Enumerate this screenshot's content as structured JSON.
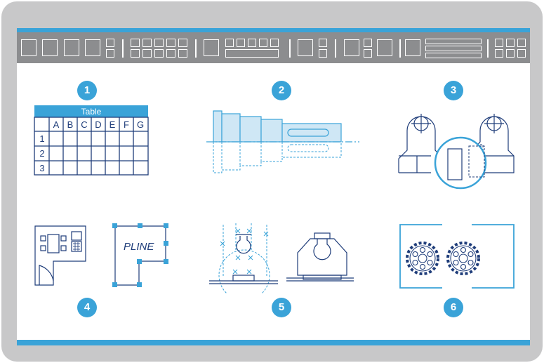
{
  "badges": {
    "b1": "1",
    "b2": "2",
    "b3": "3",
    "b4": "4",
    "b5": "5",
    "b6": "6"
  },
  "table": {
    "title": "Table",
    "columns": [
      "A",
      "B",
      "C",
      "D",
      "E",
      "F",
      "G"
    ],
    "rows": [
      "1",
      "2",
      "3"
    ]
  },
  "polyline": {
    "label": "PLINE"
  },
  "colors": {
    "accent": "#3aa3d8",
    "toolbar": "#8c8d8f",
    "frame": "#c8c8c9",
    "drawing": "#1f3d7a"
  }
}
